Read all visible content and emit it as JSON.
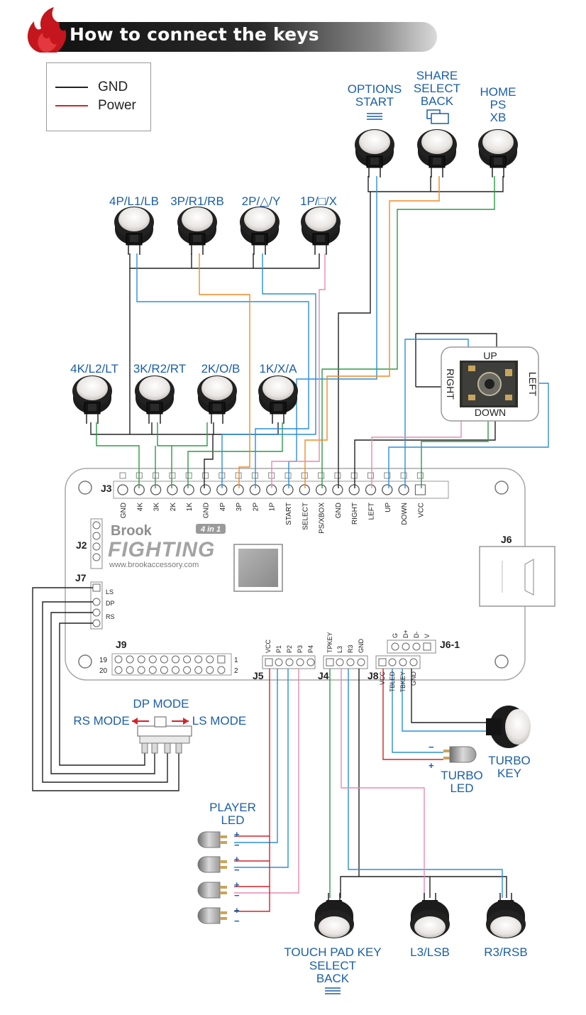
{
  "header": {
    "title": "How to connect the keys"
  },
  "legend": {
    "items": [
      {
        "label": "GND",
        "color": "#222222"
      },
      {
        "label": "Power",
        "color": "#d2232a"
      }
    ]
  },
  "buttons": {
    "options": [
      "OPTIONS",
      "START"
    ],
    "share": [
      "SHARE",
      "SELECT",
      "BACK"
    ],
    "home": [
      "HOME",
      "PS",
      "XB"
    ],
    "top_row": [
      "4P/L1/LB",
      "3P/R1/RB",
      "2P/△/Y",
      "1P/□/X"
    ],
    "bottom_row": [
      "4K/L2/LT",
      "3K/R2/RT",
      "2K/O/B",
      "1K/X/A"
    ],
    "touchpad": [
      "TOUCH PAD KEY",
      "SELECT",
      "BACK"
    ],
    "l3": "L3/LSB",
    "r3": "R3/RSB",
    "turbo_key": [
      "TURBO",
      "KEY"
    ],
    "turbo_led": [
      "TURBO",
      "LED"
    ]
  },
  "joystick": {
    "up": "UP",
    "down": "DOWN",
    "left": "LEFT",
    "right": "RIGHT"
  },
  "board": {
    "brand_top": "Brook",
    "brand_main": "FIGHTING",
    "brand_badge": "4 in 1",
    "url": "www.brookaccessory.com",
    "connectors": {
      "j3": "J3",
      "j2": "J2",
      "j7": "J7",
      "j9": "J9",
      "j6": "J6",
      "j6_1": "J6-1",
      "j5": "J5",
      "j4": "J4",
      "j8": "J8"
    },
    "j3_pins": [
      "GND",
      "4K",
      "3K",
      "2K",
      "1K",
      "GND",
      "4P",
      "3P",
      "2P",
      "1P",
      "START",
      "SELECT",
      "PS/XBOX",
      "GND",
      "RIGHT",
      "LEFT",
      "UP",
      "DOWN",
      "VCC"
    ],
    "j7_pins": [
      "LS",
      "DP",
      "RS"
    ],
    "j9_numbers": [
      "19",
      "20",
      "1",
      "2"
    ],
    "j5_pins": [
      "VCC",
      "P1",
      "P2",
      "P3",
      "P4"
    ],
    "j4_pins": [
      "TPKEY",
      "L3",
      "R3",
      "GND"
    ],
    "j8_pins": [
      "VCC",
      "TBLED",
      "TBKEY",
      "GND"
    ],
    "j61_pins": [
      "G",
      "D+",
      "D-",
      "V"
    ]
  },
  "switch": {
    "dp": "DP MODE",
    "rs": "RS MODE",
    "ls": "LS MODE"
  },
  "player_led": {
    "label": [
      "PLAYER",
      "LED"
    ],
    "plus": "+",
    "minus": "−"
  }
}
